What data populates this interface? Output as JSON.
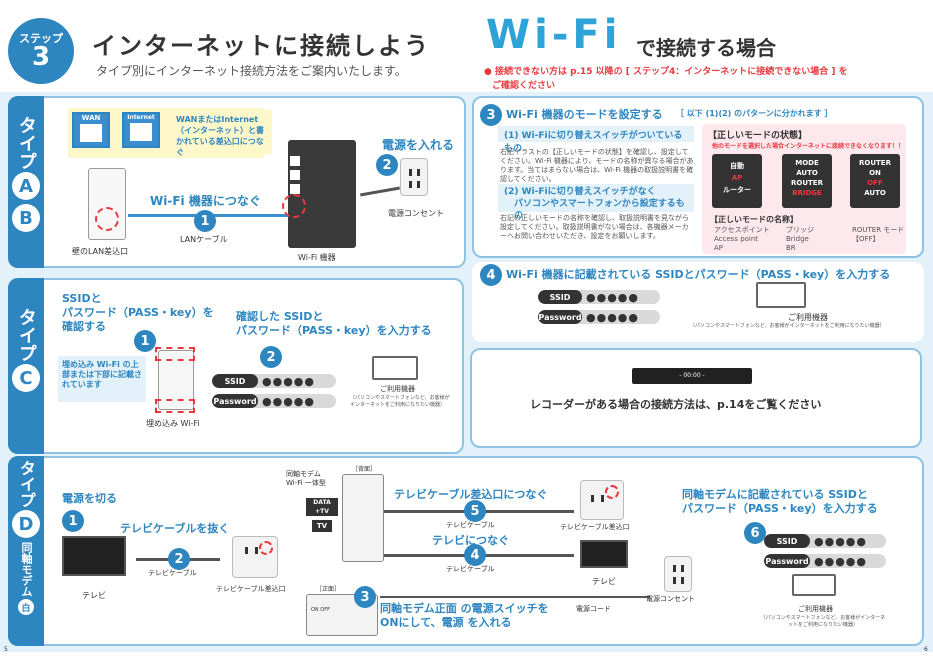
{
  "header": {
    "step_label": "ステップ",
    "step_number": "3",
    "title": "インターネットに接続しよう",
    "subtitle": "タイプ別にインターネット接続方法をご案内いたします。",
    "wifi_title": "Wi-Fi",
    "wifi_suffix": "で接続する場合",
    "warning_line1": "● 接続できない方は p.15 以降の [ ステップ4：インターネットに接続できない場合 ] を",
    "warning_line2": "ご確認ください"
  },
  "typeAB": {
    "side_label": "タイプ",
    "letters": [
      "A",
      "B"
    ],
    "wan_label": "WAN",
    "internet_label": "Internet",
    "note": "WANまたはInternet（インターネット）と書かれている差込口につなぐ",
    "connect_label": "Wi-Fi 機器につなぐ",
    "step1": "1",
    "lan_cable": "LANケーブル",
    "wall_port": "壁のLAN差込口",
    "wifi_device": "Wi-Fi 機器",
    "power_on": "電源を入れる",
    "step2": "2",
    "outlet": "電源コンセント"
  },
  "mode": {
    "step": "3",
    "title": "Wi-Fi 機器のモードを設定する",
    "title_note": "［ 以下 (1)(2) のパターンに分かれます ］",
    "p1_title": "(1) Wi-Fiに切り替えスイッチがついているもの",
    "p1_text": "右記イラストの【正しいモードの状態】を確認し、設定してください。Wi-Fi 機器により、モードの名称が異なる場合があります。当てはまらない場合は、Wi-Fi 機器の取扱説明書を確認してください。",
    "p2_title_1": "(2) Wi-Fiに切り替えスイッチがなく",
    "p2_title_2": "パソコンやスマートフォンから設定するもの",
    "p2_text": "右記の正しいモードの名称を確認し、取扱説明書を見ながら設定してください。取扱説明書がない場合は、各機器メーカーへお問い合わせいただき、設定をお願いします。",
    "correct_title": "【正しいモードの状態】",
    "correct_note": "他のモードを選択した場合インターネットに接続できなくなります！！",
    "sw1": [
      "自動",
      "AP",
      "ルーター"
    ],
    "sw2": [
      "MODE",
      "AUTO",
      "ROUTER",
      "BRIDGE"
    ],
    "sw3": [
      "ROUTER",
      "ON",
      "OFF",
      "AUTO"
    ],
    "names_title": "【正しいモードの名称】",
    "names": [
      [
        "アクセスポイント",
        "Access point",
        "AP"
      ],
      [
        "ブリッジ",
        "Bridge",
        "BR"
      ],
      [
        "ROUTER モード",
        "【OFF】",
        ""
      ]
    ]
  },
  "ssid4": {
    "step": "4",
    "title": "Wi-Fi 機器に記載されている SSIDとパスワード（PASS・key）を入力する",
    "ssid_label": "SSID",
    "password_label": "Password",
    "dots": "●●●●●",
    "device_label": "ご利用機器",
    "device_note": "（パソコンやスマートフォンなど、お客様がインターネットをご利用になりたい機器）"
  },
  "typeC": {
    "side_label": "タイプ",
    "letter": "C",
    "confirm_title_1": "SSIDと",
    "confirm_title_2": "パスワード（PASS・key）を",
    "confirm_title_3": "確認する",
    "step1": "1",
    "note": "埋め込み Wi-Fi の上部または下部に記載されています",
    "device": "埋め込み Wi-Fi",
    "input_title_1": "確認した SSIDと",
    "input_title_2": "パスワード（PASS・key）を入力する",
    "step2": "2",
    "ssid_label": "SSID",
    "password_label": "Password",
    "dots": "●●●●●",
    "device_label": "ご利用機器",
    "device_note": "（パソコンやスマートフォンなど、お客様がインターネットをご利用になりたい機器）"
  },
  "recorder": {
    "display": "- 00:00 -",
    "text": "レコーダーがある場合の接続方法は、p.14をご覧ください"
  },
  "typeD": {
    "side_label": "タイプ",
    "letter": "D",
    "vertical": "同軸モデム",
    "white": "白",
    "power_off": "電源を切る",
    "step1": "1",
    "unplug_tv": "テレビケーブルを抜く",
    "step2": "2",
    "tv": "テレビ",
    "tv_cable": "テレビケーブル",
    "tv_port": "テレビケーブル差込口",
    "modem_title_1": "同軸モデム",
    "modem_title_2": "Wi-Fi 一体型",
    "back_label": "［背面］",
    "front_label": "［正面］",
    "data_tv": "DATA +TV",
    "tv_label": "TV",
    "to_port": "テレビケーブル差込口につなぐ",
    "step5": "5",
    "to_tv": "テレビにつなぐ",
    "step4": "4",
    "step3": "3",
    "power_text_1": "同軸モデム正面 の電源スイッチを",
    "power_text_2": "ONにして、電源 を入れる",
    "power_cord": "電源コード",
    "outlet": "電源コンセント",
    "ssid_title_1": "同軸モデムに記載されている SSIDと",
    "ssid_title_2": "パスワード（PASS・key）を入力する",
    "step6": "6",
    "ssid_label": "SSID",
    "password_label": "Password",
    "dots": "●●●●●",
    "device_label": "ご利用機器",
    "device_note": "（パソコンやスマートフォンなど、お客様がインターネットをご利用になりたい機器）",
    "on_off": "ON OFF"
  },
  "footer": {
    "page_left": "5",
    "page_right": "6"
  },
  "colors": {
    "accent": "#2e86c1",
    "red": "#e8393f",
    "panel_bg": "#e3f1fb",
    "note_bg": "#fdf7c9"
  }
}
